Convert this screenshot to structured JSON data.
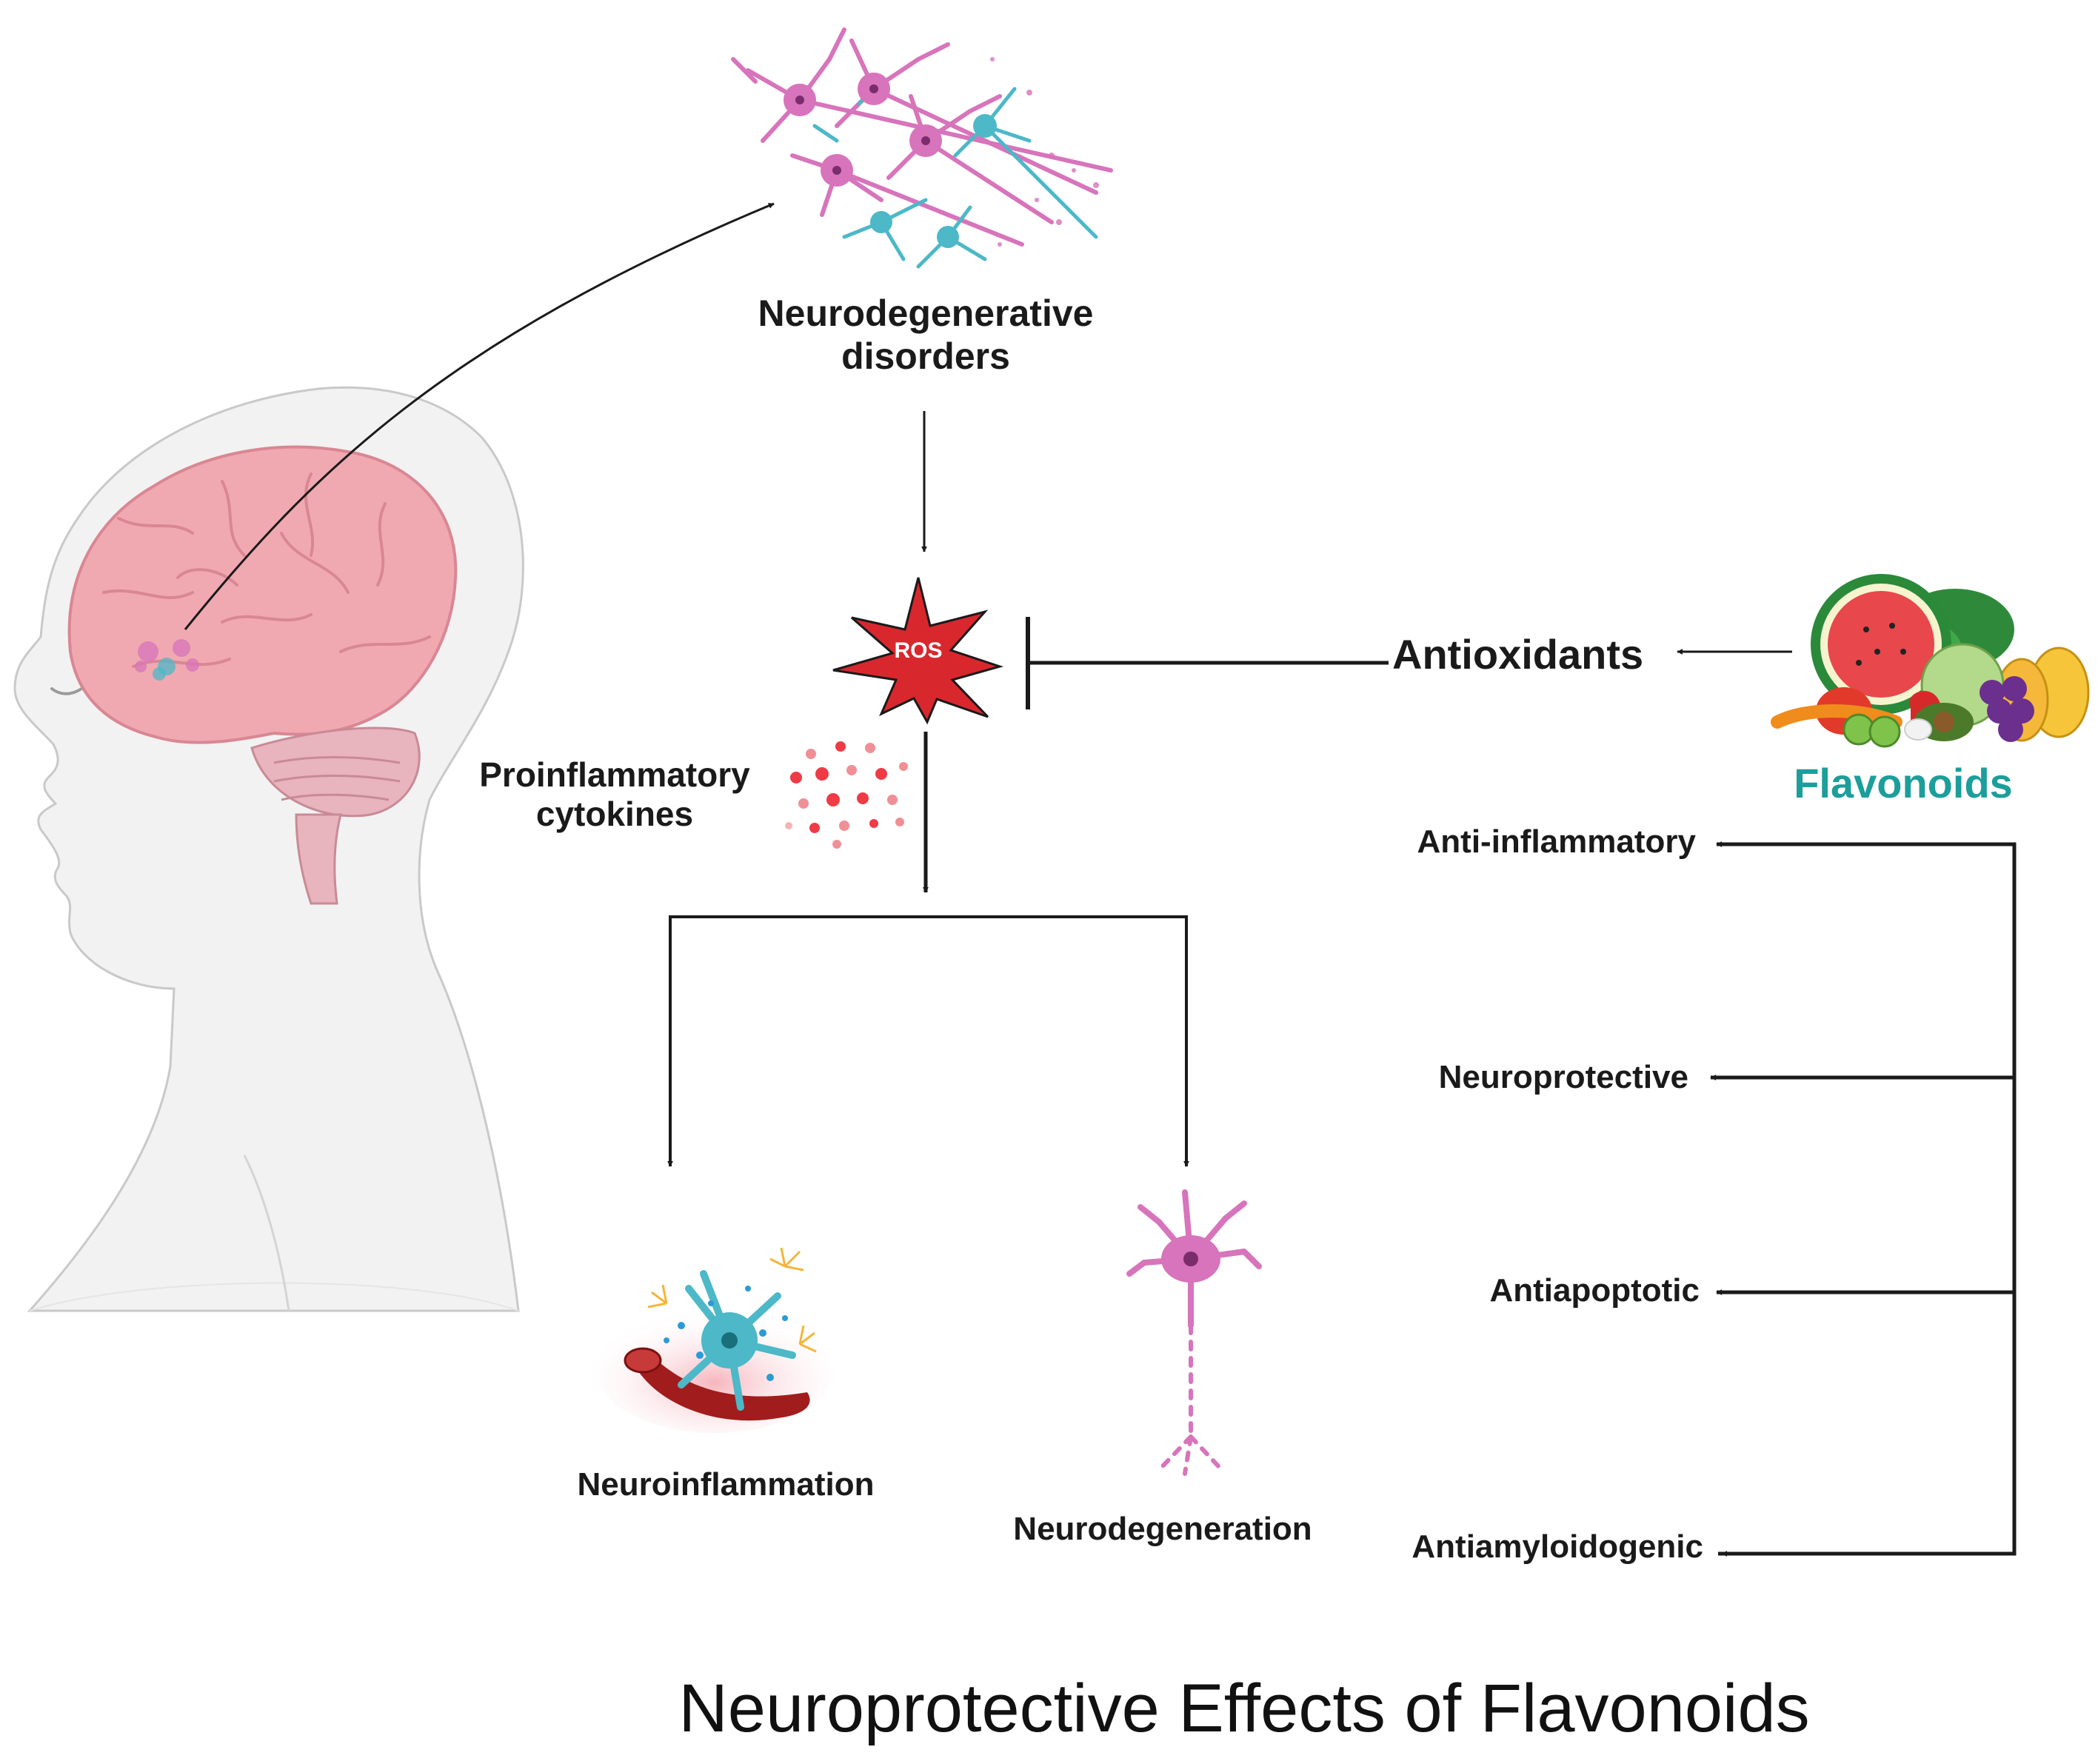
{
  "labels": {
    "neurodegenerative_disorders_line1": "Neurodegenerative",
    "neurodegenerative_disorders_line2": "disorders",
    "ros": "ROS",
    "proinflammatory_line1": "Proinflammatory",
    "proinflammatory_line2": "cytokines",
    "antioxidants": "Antioxidants",
    "flavonoids": "Flavonoids",
    "anti_inflammatory": "Anti-inflammatory",
    "neuroprotective": "Neuroprotective",
    "antiapoptotic": "Antiapoptotic",
    "antiamyloidogenic": "Antiamyloidogenic",
    "neuroinflammation": "Neuroinflammation",
    "neurodegeneration": "Neurodegeneration"
  },
  "title": "Neuroprotective Effects of Flavonoids",
  "colors": {
    "ros_burst": "#d9272e",
    "flavonoids_text": "#1c9e9b",
    "arrow": "#1a1a1a",
    "brain": "#f1a9b1",
    "head": "#f1f1f1",
    "neuron_pink": "#d774bb",
    "glia_cyan": "#4cb8c8",
    "cytokine_dot": "#ee3b45"
  },
  "icons": [
    "head-profile-icon",
    "brain-icon",
    "neuron-cluster-icon",
    "ros-burst-icon",
    "cytokine-dots-icon",
    "fruit-vegetable-basket-icon",
    "neuroinflammation-icon",
    "neuron-icon"
  ]
}
